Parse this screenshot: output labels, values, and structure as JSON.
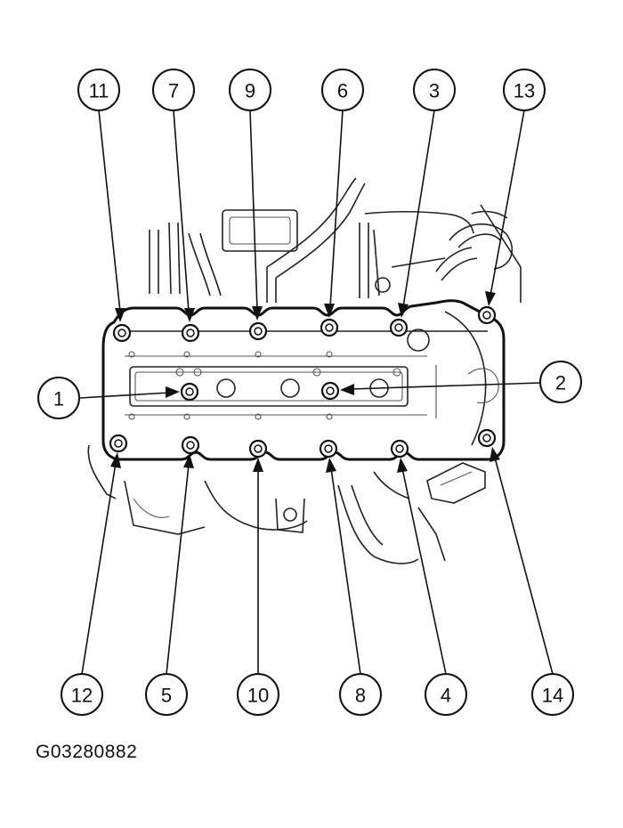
{
  "figure_id": "G03280882",
  "callouts": {
    "top": [
      "11",
      "7",
      "9",
      "6",
      "3",
      "13"
    ],
    "bottom": [
      "12",
      "5",
      "10",
      "8",
      "4",
      "14"
    ],
    "left": "1",
    "right": "2"
  }
}
